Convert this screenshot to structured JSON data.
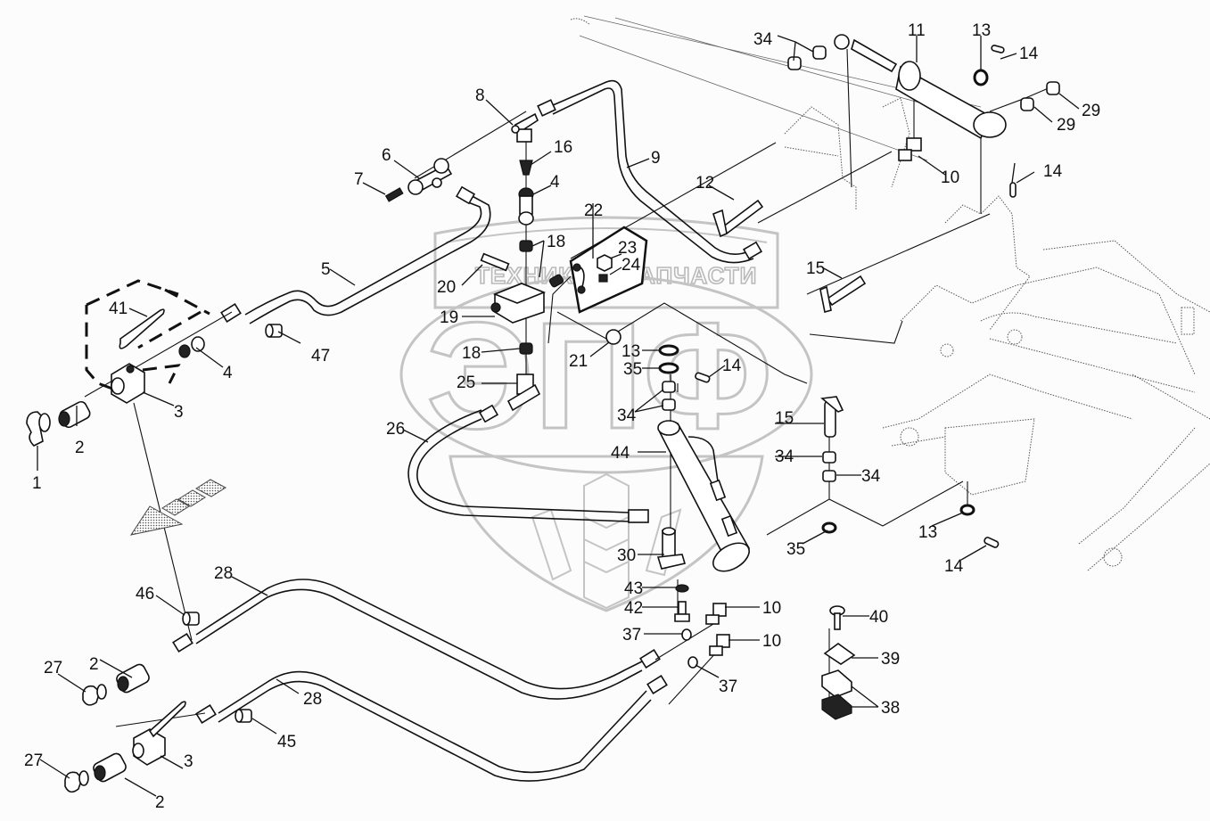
{
  "diagram": {
    "type": "exploded-parts-view",
    "subject": "hydraulic hose and fittings assembly with frame",
    "watermark": {
      "text": "ТЕХНИКА И ЗАПЧАСТИ",
      "logo_letters": "ЭПФ"
    },
    "direction_arrow": "front",
    "callouts": [
      {
        "id": "c1",
        "label": "1"
      },
      {
        "id": "c2a",
        "label": "2"
      },
      {
        "id": "c2b",
        "label": "2"
      },
      {
        "id": "c2c",
        "label": "2"
      },
      {
        "id": "c3a",
        "label": "3"
      },
      {
        "id": "c3b",
        "label": "3"
      },
      {
        "id": "c4a",
        "label": "4"
      },
      {
        "id": "c4b",
        "label": "4"
      },
      {
        "id": "c5",
        "label": "5"
      },
      {
        "id": "c6",
        "label": "6"
      },
      {
        "id": "c7",
        "label": "7"
      },
      {
        "id": "c8",
        "label": "8"
      },
      {
        "id": "c9",
        "label": "9"
      },
      {
        "id": "c10a",
        "label": "10"
      },
      {
        "id": "c10b",
        "label": "10"
      },
      {
        "id": "c10c",
        "label": "10"
      },
      {
        "id": "c11",
        "label": "11"
      },
      {
        "id": "c12",
        "label": "12"
      },
      {
        "id": "c13a",
        "label": "13"
      },
      {
        "id": "c13b",
        "label": "13"
      },
      {
        "id": "c13c",
        "label": "13"
      },
      {
        "id": "c14a",
        "label": "14"
      },
      {
        "id": "c14b",
        "label": "14"
      },
      {
        "id": "c14c",
        "label": "14"
      },
      {
        "id": "c14d",
        "label": "14"
      },
      {
        "id": "c15a",
        "label": "15"
      },
      {
        "id": "c15b",
        "label": "15"
      },
      {
        "id": "c16",
        "label": "16"
      },
      {
        "id": "c18a",
        "label": "18"
      },
      {
        "id": "c18b",
        "label": "18"
      },
      {
        "id": "c19",
        "label": "19"
      },
      {
        "id": "c20",
        "label": "20"
      },
      {
        "id": "c21",
        "label": "21"
      },
      {
        "id": "c22",
        "label": "22"
      },
      {
        "id": "c23",
        "label": "23"
      },
      {
        "id": "c24",
        "label": "24"
      },
      {
        "id": "c25",
        "label": "25"
      },
      {
        "id": "c26",
        "label": "26"
      },
      {
        "id": "c27a",
        "label": "27"
      },
      {
        "id": "c27b",
        "label": "27"
      },
      {
        "id": "c28a",
        "label": "28"
      },
      {
        "id": "c28b",
        "label": "28"
      },
      {
        "id": "c29a",
        "label": "29"
      },
      {
        "id": "c29b",
        "label": "29"
      },
      {
        "id": "c30",
        "label": "30"
      },
      {
        "id": "c34a",
        "label": "34"
      },
      {
        "id": "c34b",
        "label": "34"
      },
      {
        "id": "c34c",
        "label": "34"
      },
      {
        "id": "c34d",
        "label": "34"
      },
      {
        "id": "c35a",
        "label": "35"
      },
      {
        "id": "c35b",
        "label": "35"
      },
      {
        "id": "c37a",
        "label": "37"
      },
      {
        "id": "c37b",
        "label": "37"
      },
      {
        "id": "c38",
        "label": "38"
      },
      {
        "id": "c39",
        "label": "39"
      },
      {
        "id": "c40",
        "label": "40"
      },
      {
        "id": "c41",
        "label": "41"
      },
      {
        "id": "c42",
        "label": "42"
      },
      {
        "id": "c43",
        "label": "43"
      },
      {
        "id": "c44",
        "label": "44"
      },
      {
        "id": "c45",
        "label": "45"
      },
      {
        "id": "c46",
        "label": "46"
      },
      {
        "id": "c47",
        "label": "47"
      }
    ]
  }
}
